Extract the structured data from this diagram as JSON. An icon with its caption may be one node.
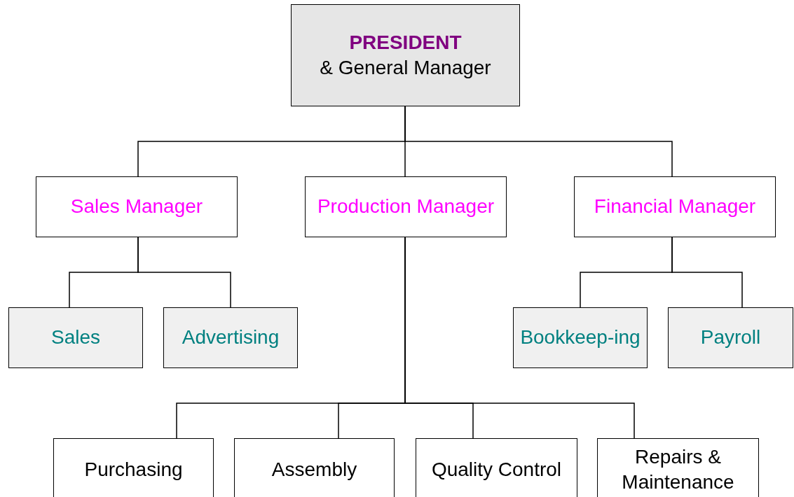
{
  "diagram": {
    "nodes": [
      {
        "text": [
          "PRESIDENT",
          "& General Manager"
        ]
      },
      {
        "text": [
          "Sales Manager"
        ]
      },
      {
        "text": [
          "Production Manager"
        ]
      },
      {
        "text": [
          "Financial Manager"
        ]
      },
      {
        "text": [
          "Sales"
        ]
      },
      {
        "text": [
          "Advertising"
        ]
      },
      {
        "text": [
          "Bookkeep-ing"
        ]
      },
      {
        "text": [
          "Payroll"
        ]
      },
      {
        "text": [
          "Purchasing"
        ]
      },
      {
        "text": [
          "Assembly"
        ]
      },
      {
        "text": [
          "Quality Control"
        ]
      },
      {
        "text": [
          "Repairs & Maintenance"
        ]
      }
    ],
    "edges": [
      {
        "from": 0,
        "to": 1,
        "arrow": "none"
      },
      {
        "from": 0,
        "to": 2,
        "arrow": "none"
      },
      {
        "from": 0,
        "to": 3,
        "arrow": "none"
      },
      {
        "from": 1,
        "to": 4,
        "arrow": "none"
      },
      {
        "from": 1,
        "to": 5,
        "arrow": "none"
      },
      {
        "from": 3,
        "to": 6,
        "arrow": "none"
      },
      {
        "from": 3,
        "to": 7,
        "arrow": "none"
      },
      {
        "from": 2,
        "to": 8,
        "arrow": "none"
      },
      {
        "from": 2,
        "to": 9,
        "arrow": "none"
      },
      {
        "from": 2,
        "to": 10,
        "arrow": "none"
      },
      {
        "from": 2,
        "to": 11,
        "arrow": "none"
      }
    ]
  }
}
